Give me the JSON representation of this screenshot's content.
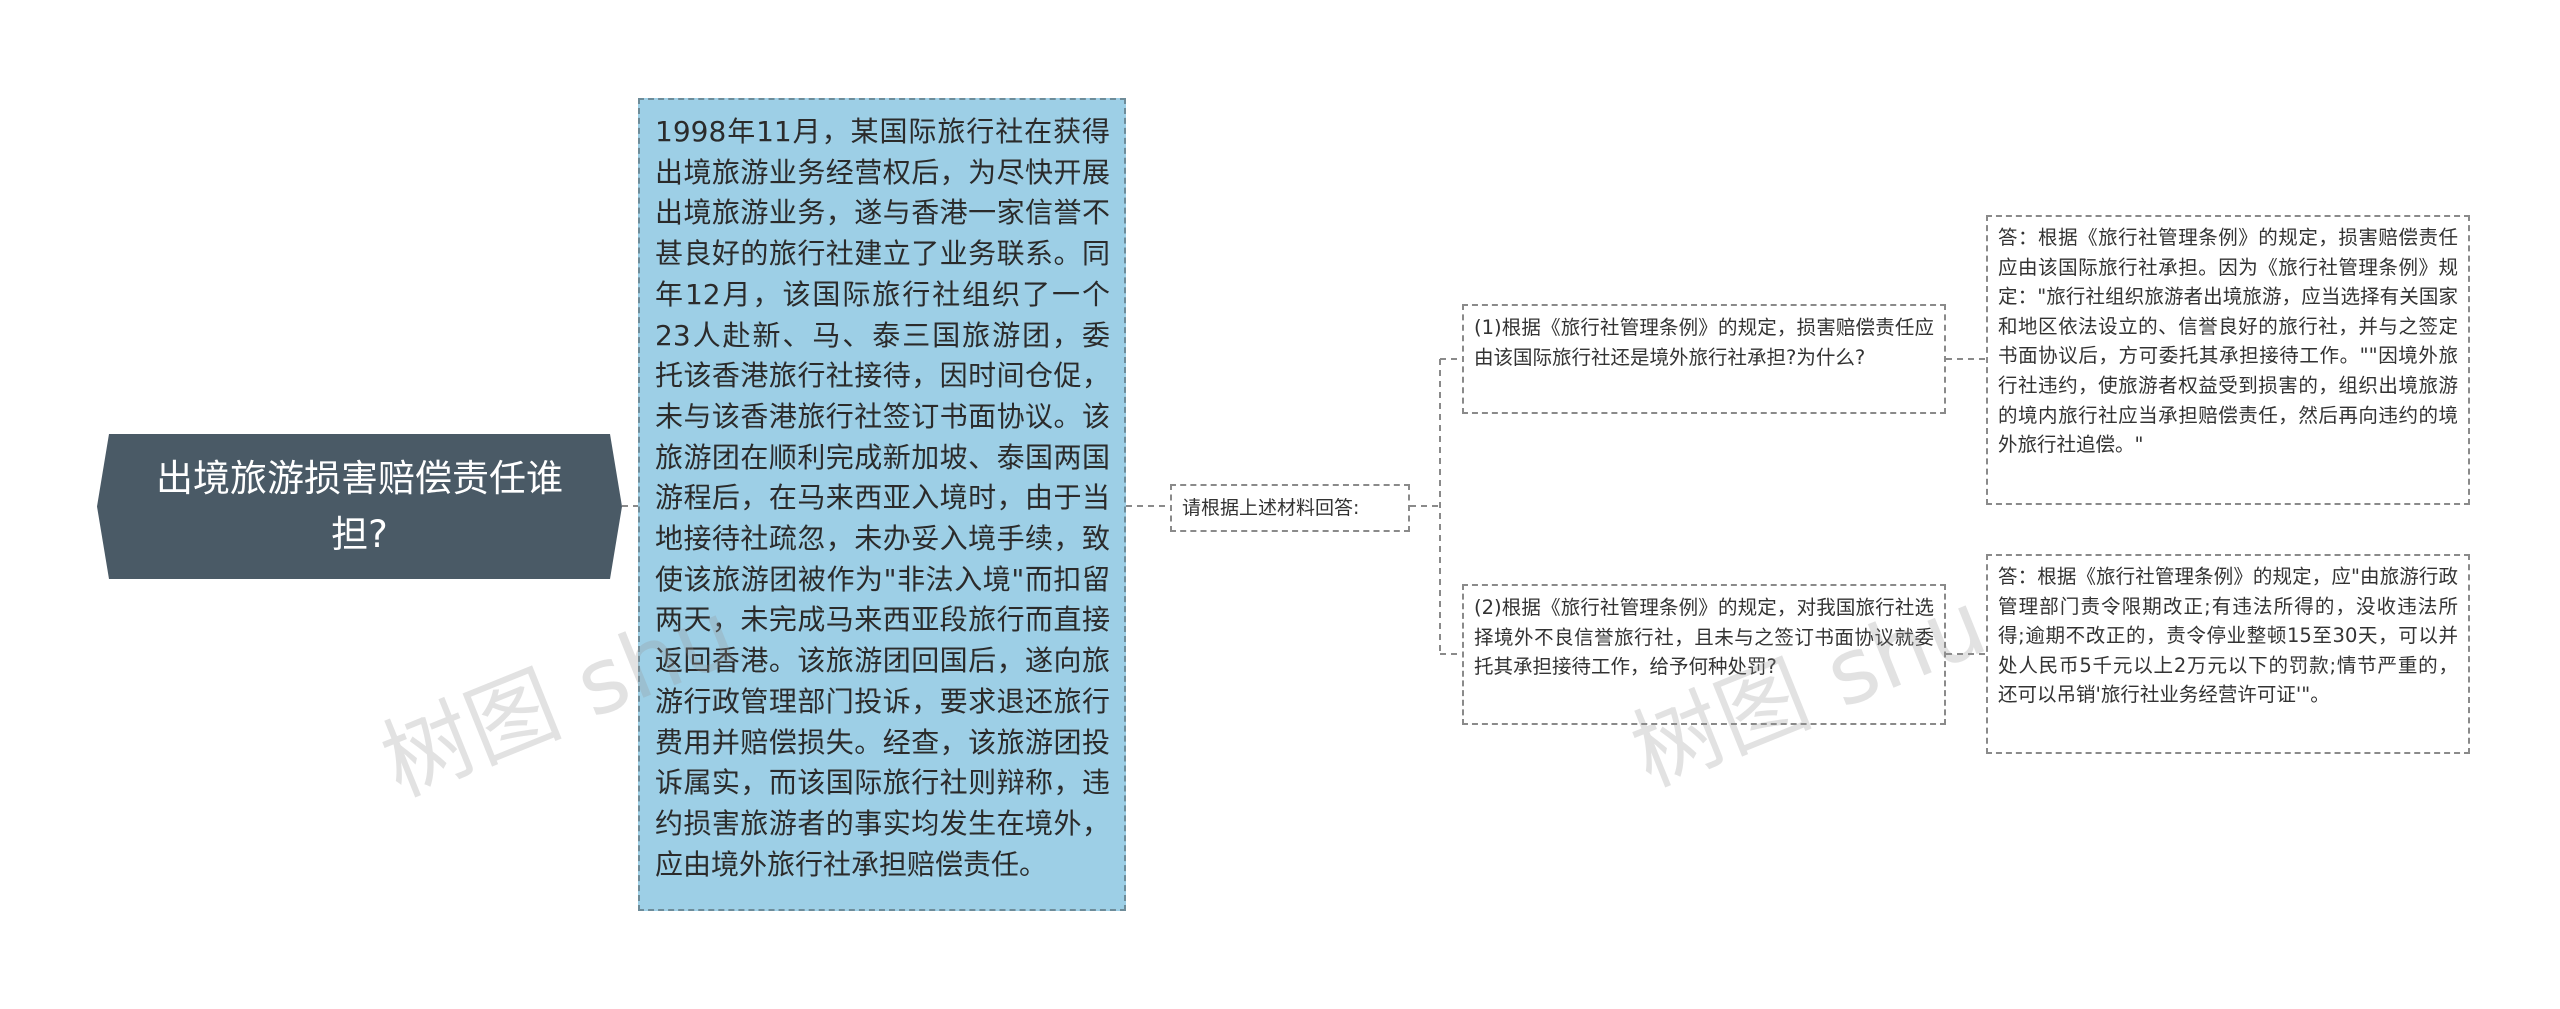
{
  "root": {
    "title": "出境旅游损害赔偿责任谁担?"
  },
  "story": {
    "text": "1998年11月，某国际旅行社在获得出境旅游业务经营权后，为尽快开展出境旅游业务，遂与香港一家信誉不甚良好的旅行社建立了业务联系。同年12月，该国际旅行社组织了一个23人赴新、马、泰三国旅游团，委托该香港旅行社接待，因时间仓促，未与该香港旅行社签订书面协议。该旅游团在顺利完成新加坡、泰国两国游程后，在马来西亚入境时，由于当地接待社疏忽，未办妥入境手续，致使该旅游团被作为\"非法入境\"而扣留两天，未完成马来西亚段旅行而直接返回香港。该旅游团回国后，遂向旅游行政管理部门投诉，要求退还旅行费用并赔偿损失。经查，该旅游团投诉属实，而该国际旅行社则辩称，违约损害旅游者的事实均发生在境外，应由境外旅行社承担赔偿责任。"
  },
  "prompt": {
    "text": "请根据上述材料回答:"
  },
  "questions": [
    {
      "text": "(1)根据《旅行社管理条例》的规定，损害赔偿责任应由该国际旅行社还是境外旅行社承担?为什么?"
    },
    {
      "text": "(2)根据《旅行社管理条例》的规定，对我国旅行社选择境外不良信誉旅行社，且未与之签订书面协议就委托其承担接待工作，给予何种处罚?"
    }
  ],
  "answers": [
    {
      "text": "答：根据《旅行社管理条例》的规定，损害赔偿责任应由该国际旅行社承担。因为《旅行社管理条例》规定：\"旅行社组织旅游者出境旅游，应当选择有关国家和地区依法设立的、信誉良好的旅行社，并与之签定书面协议后，方可委托其承担接待工作。\"\"因境外旅行社违约，使旅游者权益受到损害的，组织出境旅游的境内旅行社应当承担赔偿责任，然后再向违约的境外旅行社追偿。\""
    },
    {
      "text": "答：根据《旅行社管理条例》的规定，应\"由旅游行政管理部门责令限期改正;有违法所得的，没收违法所得;逾期不改正的，责令停业整顿15至30天，可以并处人民币5千元以上2万元以下的罚款;情节严重的，还可以吊销'旅行社业务经营许可证'\"。"
    }
  ],
  "watermark": {
    "text": "树图 shu"
  },
  "colors": {
    "root_bg": "#4a5a66",
    "story_bg": "#9dcfe6",
    "line": "#8a8a8a"
  }
}
